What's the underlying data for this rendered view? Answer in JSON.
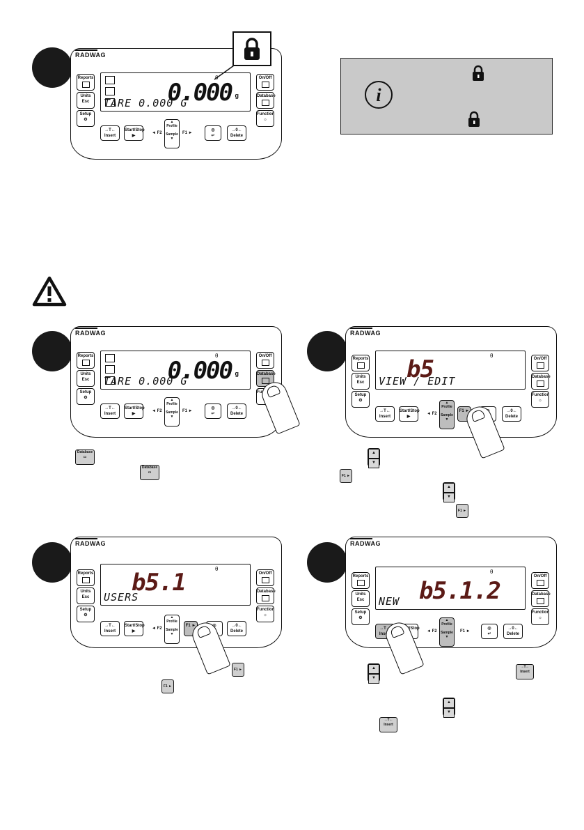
{
  "brand": "RADWAG",
  "keys": {
    "reports": "Reports",
    "units": "Units",
    "esc": "Esc",
    "setup": "Setup",
    "onoff": "On/Off",
    "database": "Database",
    "function": "Function",
    "tare": "→T←",
    "insert": "Insert",
    "startstop": "Start/Stop",
    "f2": "◄ F2",
    "profile": "Profile",
    "sample": "Sample",
    "f1": "F1 ►",
    "zero": "→0←",
    "delete": "Delete"
  },
  "screens": {
    "s1": {
      "reading": "0.000",
      "unit": "g",
      "line2": "TARE 0.000 G"
    },
    "s2": {
      "reading": "0.000",
      "unit": "g",
      "line2": "TARE 0.000 G"
    },
    "s3": {
      "code": "b5",
      "line2": "VIEW / EDIT"
    },
    "s4": {
      "code": "b5.1",
      "line2": "USERS"
    },
    "s5": {
      "code": "b5.1.2",
      "line2": "NEW"
    }
  },
  "inline": {
    "database": "Database",
    "f1": "F1 ►",
    "tare": "→T←",
    "insert": "Insert"
  },
  "colors": {
    "lcd_code": "#5b1a16",
    "box_gray": "#c9c9c9",
    "key_gray": "#bdbdbd"
  }
}
